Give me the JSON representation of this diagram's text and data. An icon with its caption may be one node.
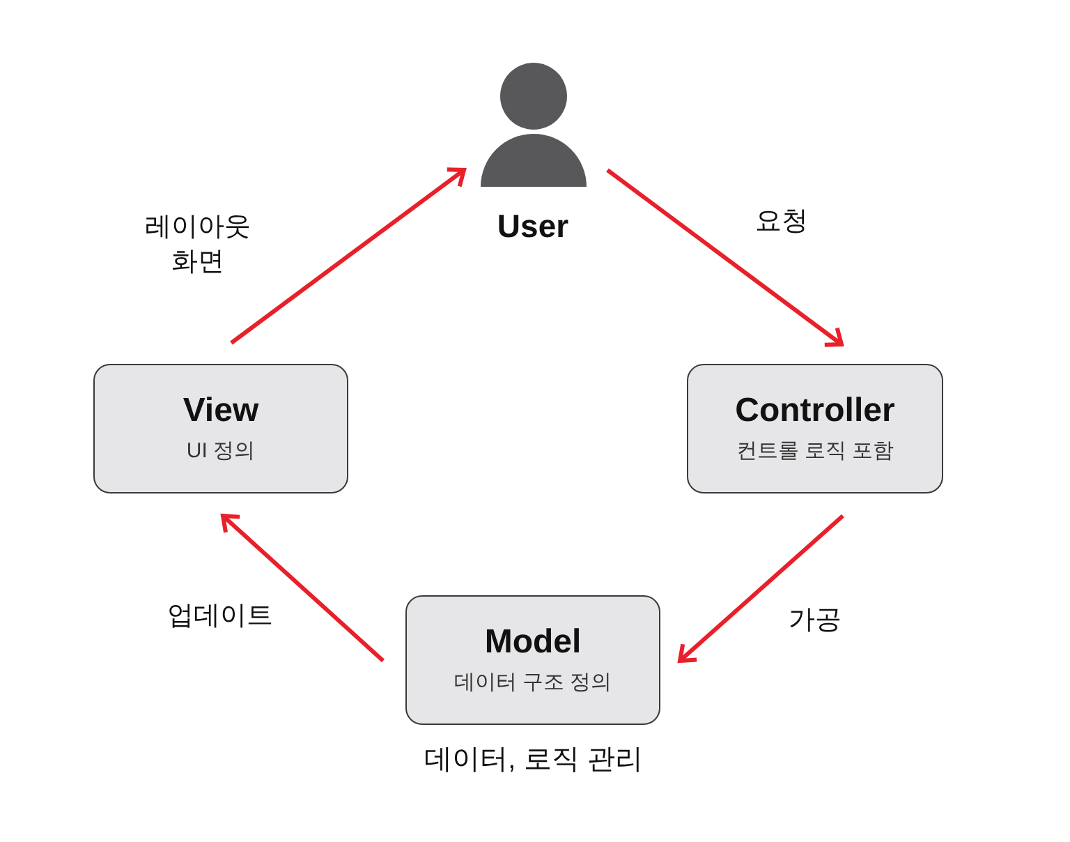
{
  "diagram": {
    "nodes": [
      {
        "text": [
          "User"
        ]
      },
      {
        "text": [
          "Controller",
          "컨트롤 로직 포함"
        ]
      },
      {
        "text": [
          "Model",
          "데이터 구조 정의"
        ],
        "beside": [
          "데이터, 로직 관리"
        ]
      },
      {
        "text": [
          "View",
          "UI 정의"
        ]
      }
    ],
    "edges": [
      {
        "from": 0,
        "to": 1,
        "arrow": "to",
        "label": "요청"
      },
      {
        "from": 1,
        "to": 2,
        "arrow": "to",
        "label": "가공"
      },
      {
        "from": 2,
        "to": 3,
        "arrow": "to",
        "label": "업데이트"
      },
      {
        "from": 3,
        "to": 0,
        "arrow": "to",
        "label": "레이아웃 화면"
      }
    ]
  }
}
